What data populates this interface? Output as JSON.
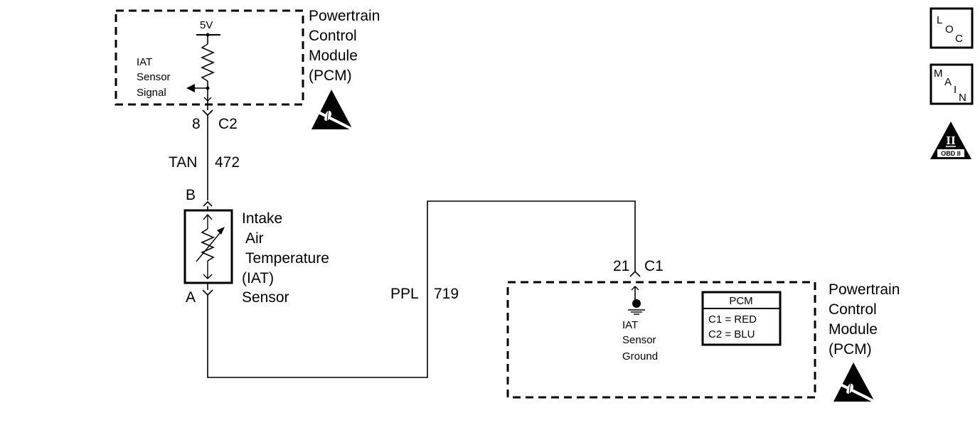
{
  "pcm_top": {
    "title_lines": [
      "Powertrain",
      "Control",
      "Module",
      "(PCM)"
    ],
    "supply": "5V",
    "signal_lines": [
      "IAT",
      "Sensor",
      "Signal"
    ],
    "pin": "8",
    "connector": "C2",
    "esd_icon": "esd-sensitive-icon"
  },
  "wire_tan": {
    "color": "TAN",
    "circuit": "472"
  },
  "iat_sensor": {
    "pin_top": "B",
    "pin_bottom": "A",
    "name_lines": [
      "Intake",
      "Air",
      "Temperature",
      "(IAT)",
      "Sensor"
    ]
  },
  "wire_ppl": {
    "color": "PPL",
    "circuit": "719"
  },
  "pcm_bottom": {
    "pin": "21",
    "connector": "C1",
    "ground_lines": [
      "IAT",
      "Sensor",
      "Ground"
    ],
    "title_lines": [
      "Powertrain",
      "Control",
      "Module",
      "(PCM)"
    ],
    "esd_icon": "esd-sensitive-icon"
  },
  "pcm_legend": {
    "header": "PCM",
    "rows": [
      "C1 = RED",
      "C2 = BLU"
    ]
  },
  "nav_icons": {
    "loc": {
      "letters": [
        "L",
        "O",
        "C"
      ]
    },
    "main": {
      "letters": [
        "M",
        "A",
        "I",
        "N"
      ]
    },
    "obd": {
      "numeral": "II",
      "label": "OBD II"
    }
  }
}
